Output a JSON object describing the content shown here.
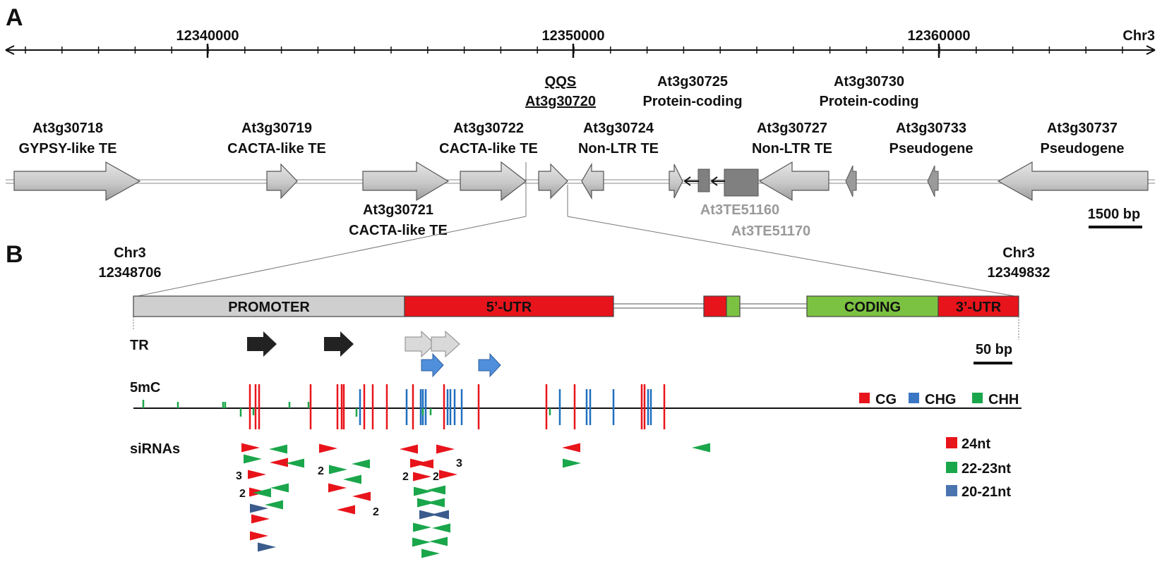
{
  "panel_a": {
    "label": "A",
    "axis": {
      "ticks": [
        "12340000",
        "12350000",
        "12360000"
      ],
      "chrom": "Chr3"
    },
    "qqs": {
      "name": "QQS",
      "id": "At3g30720"
    },
    "genes_above": [
      {
        "id": "At3g30718",
        "type": "GYPSY-like TE"
      },
      {
        "id": "At3g30719",
        "type": "CACTA-like TE"
      },
      {
        "id": "At3g30722",
        "type": "CACTA-like TE"
      },
      {
        "id": "At3g30724",
        "type": "Non-LTR TE"
      },
      {
        "id": "At3g30725",
        "type": "Protein-coding"
      },
      {
        "id": "At3g30727",
        "type": "Non-LTR TE"
      },
      {
        "id": "At3g30730",
        "type": "Protein-coding"
      },
      {
        "id": "At3g30733",
        "type": "Pseudogene"
      },
      {
        "id": "At3g30737",
        "type": "Pseudogene"
      }
    ],
    "gene_below": {
      "id": "At3g30721",
      "type": "CACTA-like TE"
    },
    "te_labels": [
      "At3TE51160",
      "At3TE51170"
    ],
    "scale": "1500 bp"
  },
  "panel_b": {
    "label": "B",
    "left_coord": {
      "chrom": "Chr3",
      "pos": "12348706"
    },
    "right_coord": {
      "chrom": "Chr3",
      "pos": "12349832"
    },
    "segments": {
      "promoter": "PROMOTER",
      "utr5": "5’-UTR",
      "coding": "CODING",
      "utr3": "3’-UTR"
    },
    "tr_label": "TR",
    "scale": "50 bp",
    "methylation_label": "5mC",
    "legend_context": [
      "CG",
      "CHG",
      "CHH"
    ],
    "sirna_label": "siRNAs",
    "legend_size": [
      "24nt",
      "22-23nt",
      "20-21nt"
    ],
    "counts": [
      "3",
      "2",
      "2",
      "2",
      "2",
      "2",
      "3"
    ]
  },
  "colors": {
    "gene_grey": "#c8c8c8",
    "dark_grey": "#808080",
    "red": "#e8141b",
    "blue": "#1f6fbf",
    "green": "#1aa64b",
    "light_green": "#7cc242",
    "navy": "#3b5b8c",
    "tr_black": "#222222",
    "tr_light": "#d9d9d9",
    "tr_blue": "#4f8fdc"
  }
}
